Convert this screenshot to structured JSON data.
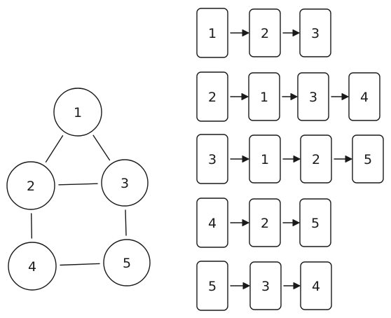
{
  "graph": {
    "nodes": [
      {
        "id": "1",
        "label": "1"
      },
      {
        "id": "2",
        "label": "2"
      },
      {
        "id": "3",
        "label": "3"
      },
      {
        "id": "4",
        "label": "4"
      },
      {
        "id": "5",
        "label": "5"
      }
    ],
    "edges": [
      {
        "from": "1",
        "to": "2"
      },
      {
        "from": "1",
        "to": "3"
      },
      {
        "from": "2",
        "to": "3"
      },
      {
        "from": "2",
        "to": "4"
      },
      {
        "from": "3",
        "to": "5"
      },
      {
        "from": "4",
        "to": "5"
      }
    ]
  },
  "adjacency_list": {
    "rows": [
      {
        "vertex": "1",
        "neighbors": [
          "2",
          "3"
        ]
      },
      {
        "vertex": "2",
        "neighbors": [
          "1",
          "3",
          "4"
        ]
      },
      {
        "vertex": "3",
        "neighbors": [
          "1",
          "2",
          "5"
        ]
      },
      {
        "vertex": "4",
        "neighbors": [
          "2",
          "5"
        ]
      },
      {
        "vertex": "5",
        "neighbors": [
          "3",
          "4"
        ]
      }
    ]
  },
  "colors": {
    "ink": "#1a1a1a",
    "background": "#ffffff"
  }
}
